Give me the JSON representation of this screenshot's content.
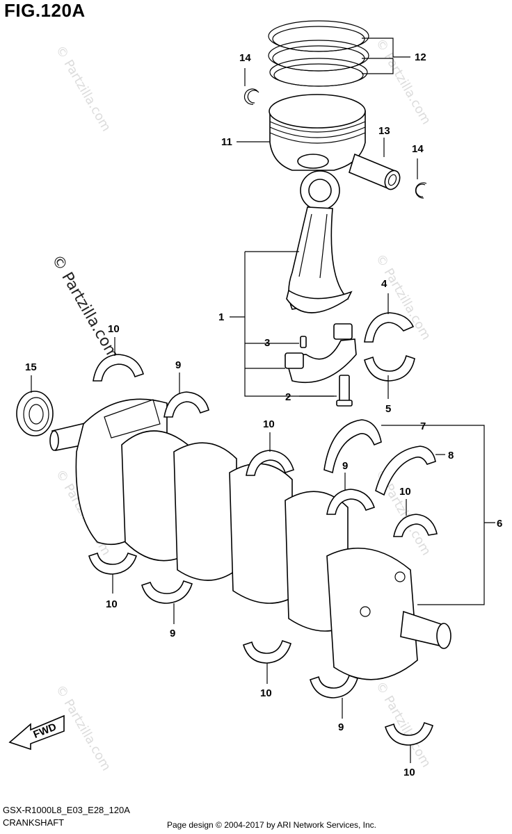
{
  "figure_title": "FIG.120A",
  "footer": {
    "model_code": "GSX-R1000L8_E03_E28_120A",
    "section_name": "CRANKSHAFT",
    "copyright": "Page design © 2004-2017 by ARI Network Services, Inc."
  },
  "watermark": {
    "text": "© Partzilla.com",
    "prominent_text": "© Partzilla.com"
  },
  "fwd_arrow": {
    "label": "FWD"
  },
  "callouts": [
    "1",
    "2",
    "3",
    "4",
    "5",
    "6",
    "7",
    "8",
    "9",
    "9",
    "9",
    "9",
    "10",
    "10",
    "10",
    "10",
    "10",
    "10",
    "11",
    "12",
    "13",
    "14",
    "14",
    "15"
  ]
}
